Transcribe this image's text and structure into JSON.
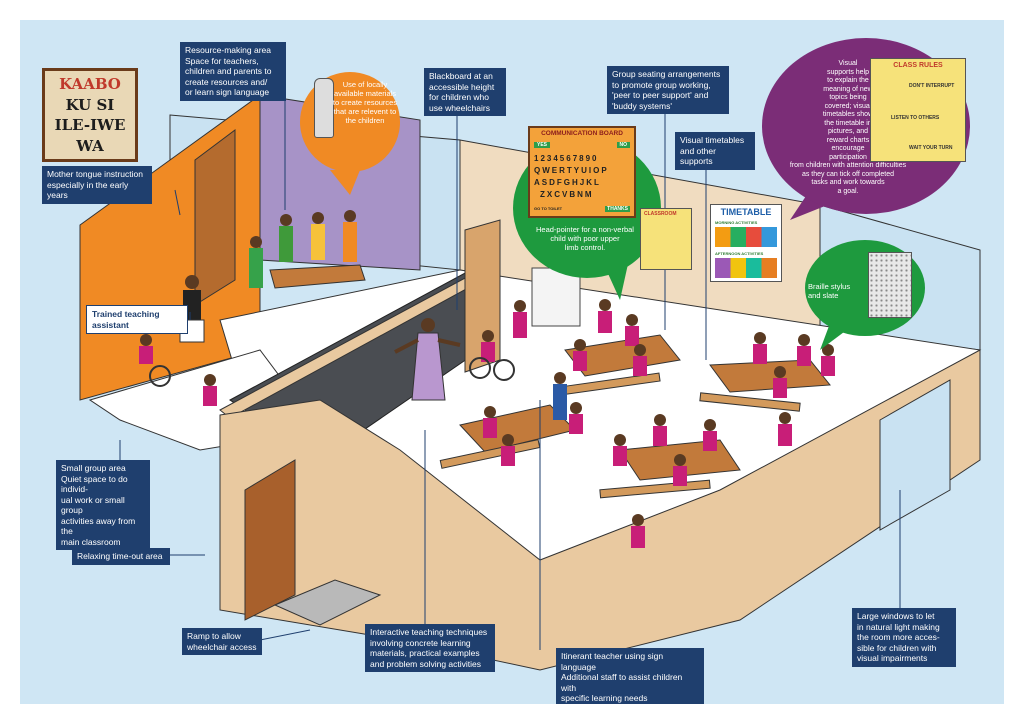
{
  "labels": {
    "mother_tongue": "Mother tongue instruction\nespecially in the early years",
    "resource_area": "Resource-making area\nSpace for teachers,\nchildren and parents to\ncreate resources and/\nor learn sign language",
    "blackboard": "Blackboard at an\naccessible height\nfor children who\nuse wheelchairs",
    "group_seating": "Group seating arrangements\nto promote group working,\n'peer to peer support' and\n'buddy systems'",
    "visual_timetables": "Visual timetables\nand other supports",
    "trained_assistant": "Trained teaching assistant",
    "small_group": "Small group area\nQuiet space to do individ-\nual work or small group\nactivities away from the\nmain classroom",
    "relaxing": "Relaxing time-out area",
    "ramp": "Ramp to allow\nwheelchair access",
    "interactive": "Interactive teaching techniques\ninvolving concrete learning\nmaterials, practical examples\nand problem solving activities",
    "itinerant": "Itinerant teacher using sign language\nAdditional staff to assist children with\nspecific learning needs",
    "windows": "Large windows to let\nin natural light making\nthe room more acces-\nsible for children with\nvisual impairments"
  },
  "bubbles": {
    "local_materials": "Use of locally\navailable materials\nto create resources\nthat are relevent to\nthe children",
    "head_pointer": "Head-pointer for a non-verbal\nchild with poor upper\nlimb control.",
    "braille": "Braille stylus\nand slate",
    "visual_supports": "Visual\nsupports help\nto explain the\nmeaning of new\ntopics being\ncovered; visual\ntimetables show\nthe timetable in\npictures, and\nreward charts\nencourage\nparticipation\nfrom children with attention difficulties\nas they can tick off completed\ntasks and work towards\na goal."
  },
  "posters": {
    "kaabo_line1": "KAABO",
    "kaabo_line2": "KU SI",
    "kaabo_line3": "ILE-IWE",
    "kaabo_line4": "WA",
    "comm_board_title": "COMMUNICATION BOARD",
    "comm_yes": "YES",
    "comm_no": "NO",
    "comm_thanks": "THANKS",
    "comm_toilet": "GO TO TOILET",
    "comm_row1": "1234567890",
    "comm_row2": "QWERTYUIOP",
    "comm_row3": "ASDFGHJKL",
    "comm_row4": "ZXCVBNM",
    "timetable_title": "TIMETABLE",
    "timetable_morning": "MORNING ACTIVITIES",
    "timetable_afternoon": "AFTERNOON ACTIVITIES",
    "class_rules_title": "CLASS RULES",
    "rule1": "DON'T INTERRUPT",
    "rule2": "LISTEN TO OTHERS",
    "rule3": "WAIT YOUR TURN",
    "classroom_poster": "CLASSROOM"
  },
  "colors": {
    "background": "#cfe6f4",
    "label_bg": "#1f3f6e",
    "orange": "#f08a24",
    "green": "#1e9a3e",
    "purple": "#7b2d77",
    "wall": "#e9c9a0",
    "uniform": "#c81e78"
  }
}
